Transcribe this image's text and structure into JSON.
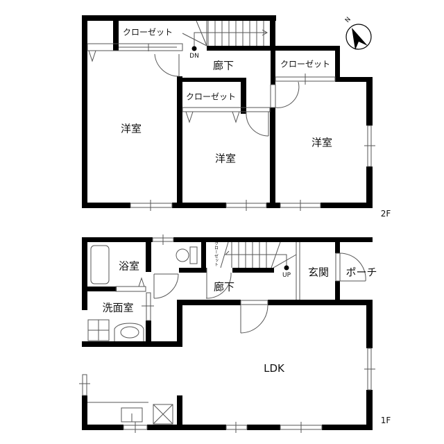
{
  "floor2": {
    "floor_label": "2F",
    "rooms": {
      "bedroom_left": "洋室",
      "bedroom_middle": "洋室",
      "bedroom_right": "洋室",
      "hallway": "廊下",
      "closet_top": "クローゼット",
      "closet_middle": "クローゼット",
      "closet_right": "クローゼット"
    },
    "stair_label": "DN",
    "compass_label": "N"
  },
  "floor1": {
    "floor_label": "1F",
    "rooms": {
      "bath": "浴室",
      "washroom": "洗面室",
      "hallway": "廊下",
      "entrance": "玄関",
      "porch": "ポーチ",
      "ldk": "LDK",
      "closet": "クローゼット"
    },
    "stair_label": "UP"
  }
}
